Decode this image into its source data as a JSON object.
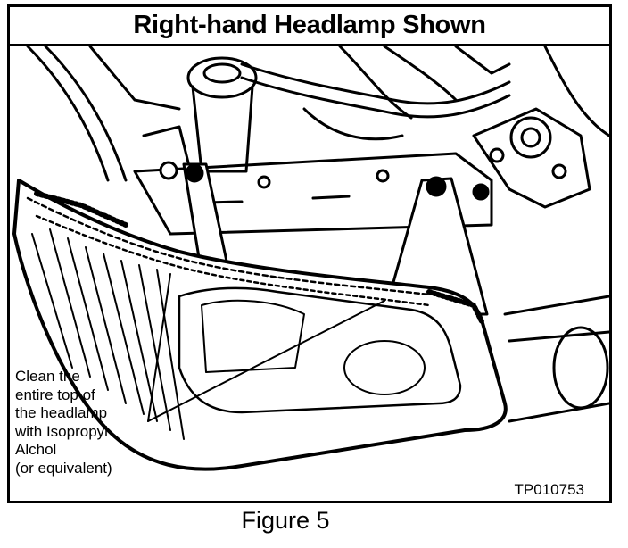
{
  "title": "Right-hand Headlamp Shown",
  "callout": {
    "lines": [
      "Clean the",
      "entire top of",
      "the headlamp",
      "with Isopropyl",
      "Alchol",
      "(or equivalent)"
    ]
  },
  "part_id": "TP010753",
  "caption": "Figure 5"
}
